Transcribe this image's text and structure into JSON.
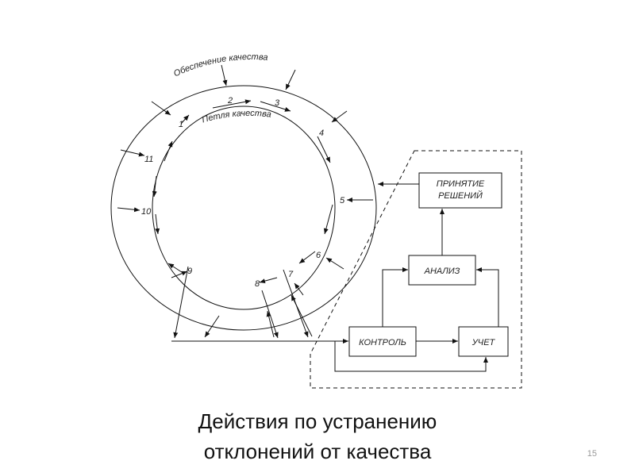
{
  "diagram": {
    "outer_label": "Обеспечение качества",
    "inner_label": "Петля качества",
    "stages": [
      "1",
      "2",
      "3",
      "4",
      "5",
      "6",
      "7",
      "8",
      "9",
      "10",
      "11"
    ],
    "boxes": {
      "decision": [
        "ПРИНЯТИЕ",
        "РЕШЕНИЙ"
      ],
      "analysis": "АНАЛИЗ",
      "control": "КОНТРОЛЬ",
      "accounting": "УЧЕТ"
    }
  },
  "caption": {
    "line1": "Действия по устранению",
    "line2": "отклонений от качества"
  },
  "page_number": "15"
}
